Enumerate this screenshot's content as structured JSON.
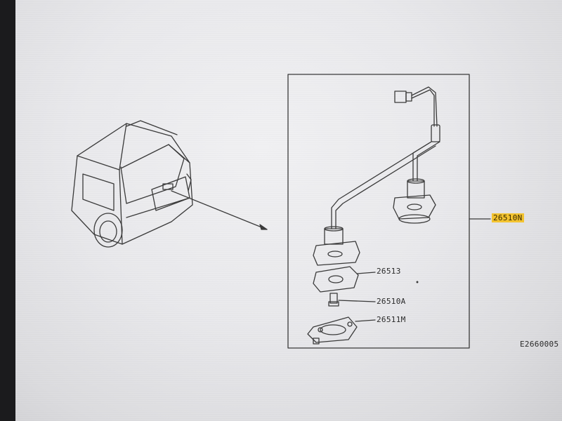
{
  "parts": [
    {
      "id": "26510N",
      "highlighted": true
    },
    {
      "id": "26513",
      "highlighted": false
    },
    {
      "id": "26510A",
      "highlighted": false
    },
    {
      "id": "26511M",
      "highlighted": false
    }
  ],
  "diagram_code": "E2660005",
  "colors": {
    "highlight": "#f4c430",
    "line": "#3a3a3a"
  }
}
